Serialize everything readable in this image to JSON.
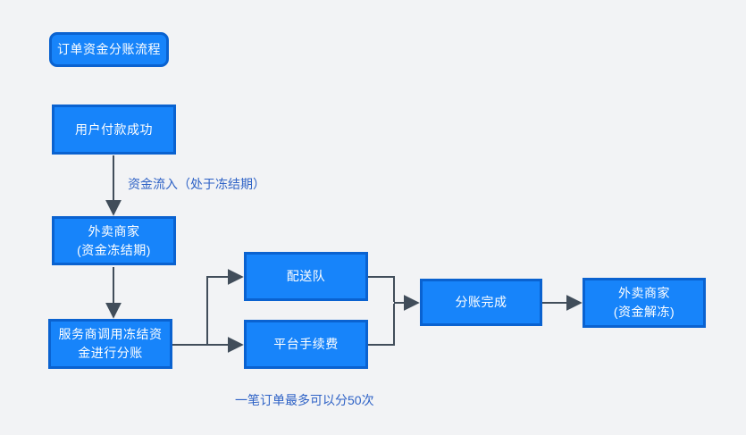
{
  "diagram": {
    "title_node": {
      "label": "订单资金分账流程"
    },
    "nodes": [
      {
        "id": "user-payment",
        "label": "用户付款成功"
      },
      {
        "id": "merchant-frozen",
        "label": "外卖商家\n(资金冻结期)"
      },
      {
        "id": "service-provider",
        "label": "服务商调用冻结资\n金进行分账"
      },
      {
        "id": "delivery-team",
        "label": "配送队"
      },
      {
        "id": "platform-fee",
        "label": "平台手续费"
      },
      {
        "id": "split-complete",
        "label": "分账完成"
      },
      {
        "id": "merchant-unfrozen",
        "label": "外卖商家\n(资金解冻)"
      }
    ],
    "edge_labels": {
      "funds_inflow": "资金流入（处于冻结期）"
    },
    "note": "一笔订单最多可以分50次",
    "colors": {
      "background": "#f2f3f5",
      "node_fill": "#1784fa",
      "node_border": "#0a62d0",
      "node_text": "#ffffff",
      "connector": "#414d5a",
      "label_text": "#2e62c6"
    }
  }
}
